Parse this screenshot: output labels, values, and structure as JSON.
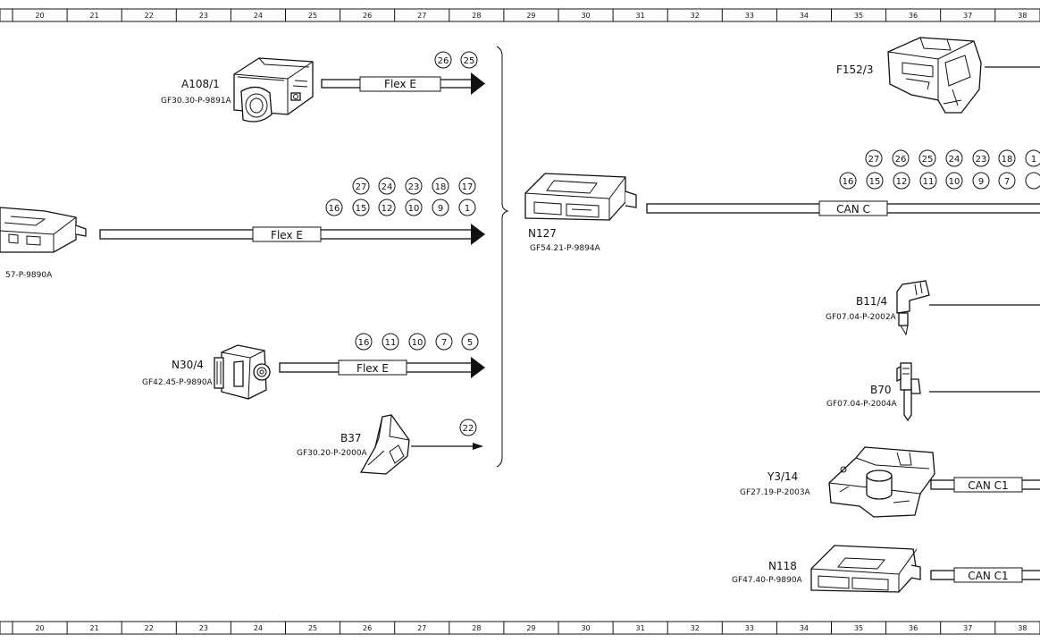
{
  "ruler": {
    "top": [
      "20",
      "21",
      "22",
      "23",
      "24",
      "25",
      "26",
      "27",
      "28",
      "29",
      "30",
      "31",
      "32",
      "33",
      "34",
      "35",
      "36",
      "37",
      "38"
    ],
    "bottom": [
      "20",
      "21",
      "22",
      "23",
      "24",
      "25",
      "26",
      "27",
      "28",
      "29",
      "30",
      "31",
      "32",
      "33",
      "34",
      "35",
      "36",
      "37",
      "38"
    ]
  },
  "components": {
    "a108_1": {
      "label": "A108/1",
      "ref": "GF30.30-P-9891A"
    },
    "left_unit": {
      "ref": "57-P-9890A"
    },
    "n30_4": {
      "label": "N30/4",
      "ref": "GF42.45-P-9890A"
    },
    "b37": {
      "label": "B37",
      "ref": "GF30.20-P-2000A"
    },
    "n127": {
      "label": "N127",
      "ref": "GF54.21-P-9894A"
    },
    "f152_3": {
      "label": "F152/3"
    },
    "b11_4": {
      "label": "B11/4",
      "ref": "GF07.04-P-2002A"
    },
    "b70": {
      "label": "B70",
      "ref": "GF07.04-P-2004A"
    },
    "y3_14": {
      "label": "Y3/14",
      "ref": "GF27.19-P-2003A"
    },
    "n118": {
      "label": "N118",
      "ref": "GF47.40-P-9890A"
    }
  },
  "buses": {
    "flex_a108": "Flex E",
    "flex_left": "Flex E",
    "flex_n30": "Flex E",
    "can_c": "CAN C",
    "can_c1_y3": "CAN C1",
    "can_c1_n118": "CAN C1"
  },
  "pins": {
    "a108": [
      "26",
      "25"
    ],
    "left_top": [
      "27",
      "24",
      "23",
      "18",
      "17"
    ],
    "left_bottom": [
      "16",
      "15",
      "12",
      "10",
      "9",
      "1"
    ],
    "n30": [
      "16",
      "11",
      "10",
      "7",
      "5"
    ],
    "b37": [
      "22"
    ],
    "right_top": [
      "27",
      "26",
      "25",
      "24",
      "23",
      "18",
      "1"
    ],
    "right_bottom": [
      "16",
      "15",
      "12",
      "11",
      "10",
      "9",
      "7"
    ]
  }
}
